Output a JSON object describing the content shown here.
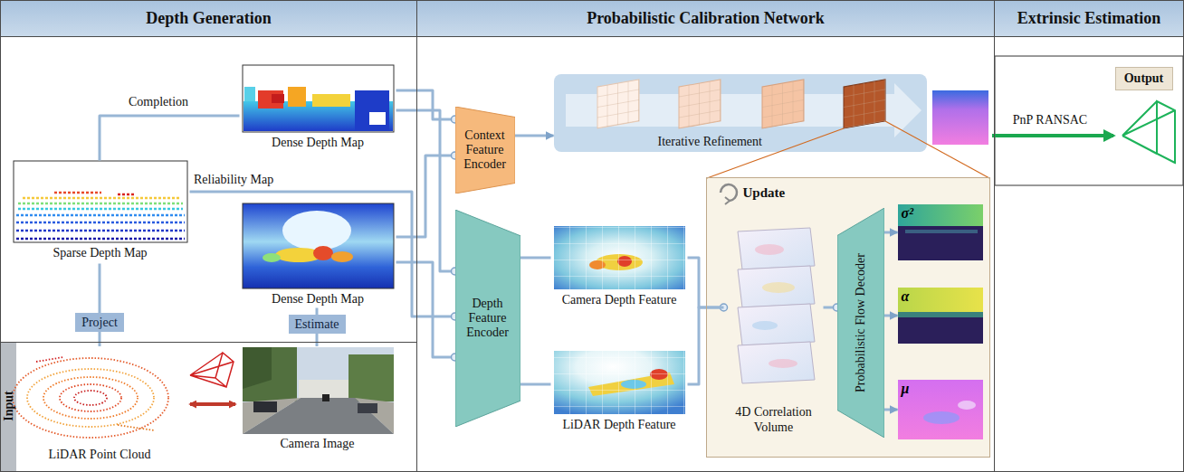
{
  "diagram": {
    "nodes": [
      {
        "text": [
          "Depth Generation"
        ]
      },
      {
        "text": [
          "Probabilistic Calibration Network"
        ]
      },
      {
        "text": [
          "Extrinsic Estimation"
        ]
      },
      {
        "text": [
          "Sparse Depth Map"
        ],
        "in": 0
      },
      {
        "text": [
          "Dense Depth Map"
        ],
        "in": 0
      },
      {
        "text": [
          "Dense Depth Map"
        ],
        "in": 0
      },
      {
        "text": [
          "Input"
        ],
        "in": 0
      },
      {
        "text": [
          "LiDAR Point Cloud"
        ],
        "in": 6
      },
      {
        "text": [
          "Camera Image"
        ],
        "in": 6
      },
      {
        "text": [
          "Context Feature Encoder"
        ],
        "in": 1
      },
      {
        "text": [
          "Depth Feature Encoder"
        ],
        "in": 1
      },
      {
        "text": [
          "Camera Depth Feature"
        ],
        "in": 1
      },
      {
        "text": [
          "LiDAR Depth Feature"
        ],
        "in": 1
      },
      {
        "text": [
          "Iterative Refinement"
        ],
        "in": 1
      },
      {
        "text": [
          "Update"
        ],
        "in": 1
      },
      {
        "text": [
          "4D Correlation Volume"
        ],
        "in": 14
      },
      {
        "text": [
          "Probabilistic Flow Decoder"
        ],
        "in": 14
      },
      {
        "text": [
          "σ²"
        ],
        "in": 14
      },
      {
        "text": [
          "α"
        ],
        "in": 14
      },
      {
        "text": [
          "μ"
        ],
        "in": 14
      },
      {
        "text": [
          "Output"
        ],
        "in": 2
      }
    ],
    "edges": [
      {
        "from": 3,
        "to": 4,
        "arrow": "none",
        "label": "Completion"
      },
      {
        "from": 3,
        "to": 10,
        "arrow": "none",
        "label": "Reliability Map"
      },
      {
        "from": 7,
        "to": 3,
        "arrow": "none",
        "label": "Project"
      },
      {
        "from": 8,
        "to": 5,
        "arrow": "none",
        "label": "Estimate"
      },
      {
        "from": 4,
        "to": 9,
        "arrow": "none"
      },
      {
        "from": 5,
        "to": 9,
        "arrow": "none"
      },
      {
        "from": 4,
        "to": 10,
        "arrow": "none"
      },
      {
        "from": 5,
        "to": 10,
        "arrow": "none"
      },
      {
        "from": 9,
        "to": 13,
        "arrow": "to"
      },
      {
        "from": 10,
        "to": 11,
        "arrow": "none"
      },
      {
        "from": 10,
        "to": 12,
        "arrow": "none"
      },
      {
        "from": 11,
        "to": 15,
        "arrow": "none"
      },
      {
        "from": 12,
        "to": 15,
        "arrow": "none"
      },
      {
        "from": 15,
        "to": 16,
        "arrow": "none"
      },
      {
        "from": 16,
        "to": 17,
        "arrow": "to"
      },
      {
        "from": 16,
        "to": 18,
        "arrow": "to"
      },
      {
        "from": 16,
        "to": 19,
        "arrow": "to"
      }
    ],
    "labels": [
      "PnP RANSAC"
    ]
  }
}
